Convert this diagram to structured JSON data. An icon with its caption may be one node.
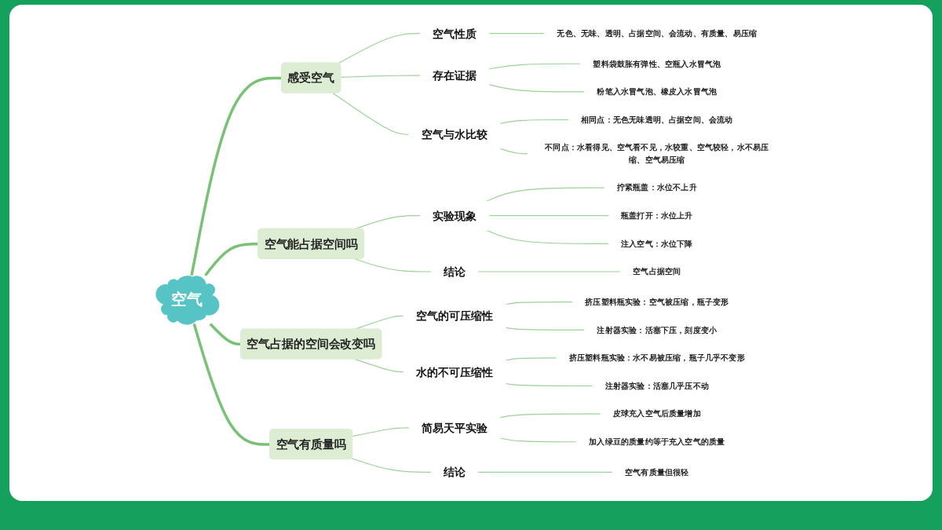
{
  "diagram": {
    "nodes": [
      {
        "text": [
          "空气"
        ]
      },
      {
        "text": [
          "感受空气"
        ]
      },
      {
        "text": [
          "空气性质"
        ]
      },
      {
        "text": [
          "无色、无味、透明、占据空间、会流动、有质量、易压缩"
        ]
      },
      {
        "text": [
          "存在证据"
        ]
      },
      {
        "text": [
          "塑料袋鼓胀有弹性、空瓶入水冒气泡"
        ]
      },
      {
        "text": [
          "粉笔入水冒气泡、橡皮入水冒气泡"
        ]
      },
      {
        "text": [
          "空气与水比较"
        ]
      },
      {
        "text": [
          "相同点：无色无味透明、占据空间、会流动"
        ]
      },
      {
        "text": [
          "不同点：水看得见、空气看不见，水较重、空气较轻，水不易压缩、空气易压缩"
        ]
      },
      {
        "text": [
          "空气能占据空间吗"
        ]
      },
      {
        "text": [
          "实验现象"
        ]
      },
      {
        "text": [
          "拧紧瓶盖：水位不上升"
        ]
      },
      {
        "text": [
          "瓶盖打开：水位上升"
        ]
      },
      {
        "text": [
          "注入空气：水位下降"
        ]
      },
      {
        "text": [
          "结论"
        ]
      },
      {
        "text": [
          "空气占据空间"
        ]
      },
      {
        "text": [
          "空气占据的空间会改变吗"
        ]
      },
      {
        "text": [
          "空气的可压缩性"
        ]
      },
      {
        "text": [
          "挤压塑料瓶实验：空气被压缩，瓶子变形"
        ]
      },
      {
        "text": [
          "注射器实验：活塞下压，刻度变小"
        ]
      },
      {
        "text": [
          "水的不可压缩性"
        ]
      },
      {
        "text": [
          "挤压塑料瓶实验：水不易被压缩，瓶子几乎不变形"
        ]
      },
      {
        "text": [
          "注射器实验：活塞几乎压不动"
        ]
      },
      {
        "text": [
          "空气有质量吗"
        ]
      },
      {
        "text": [
          "简易天平实验"
        ]
      },
      {
        "text": [
          "皮球充入空气后质量增加"
        ]
      },
      {
        "text": [
          "加入绿豆的质量约等于充入空气的质量"
        ]
      },
      {
        "text": [
          "结论"
        ]
      },
      {
        "text": [
          "空气有质量但很轻"
        ]
      }
    ],
    "edges": [
      {
        "from": 0,
        "to": 1,
        "arrow": "none",
        "style": "thick"
      },
      {
        "from": 1,
        "to": 2,
        "arrow": "none"
      },
      {
        "from": 2,
        "to": 3,
        "arrow": "none"
      },
      {
        "from": 1,
        "to": 4,
        "arrow": "none"
      },
      {
        "from": 4,
        "to": 5,
        "arrow": "none"
      },
      {
        "from": 4,
        "to": 6,
        "arrow": "none"
      },
      {
        "from": 1,
        "to": 7,
        "arrow": "none"
      },
      {
        "from": 7,
        "to": 8,
        "arrow": "none"
      },
      {
        "from": 7,
        "to": 9,
        "arrow": "none"
      },
      {
        "from": 0,
        "to": 10,
        "arrow": "none",
        "style": "thick"
      },
      {
        "from": 10,
        "to": 11,
        "arrow": "none"
      },
      {
        "from": 11,
        "to": 12,
        "arrow": "none"
      },
      {
        "from": 11,
        "to": 13,
        "arrow": "none"
      },
      {
        "from": 11,
        "to": 14,
        "arrow": "none"
      },
      {
        "from": 10,
        "to": 15,
        "arrow": "none"
      },
      {
        "from": 15,
        "to": 16,
        "arrow": "none"
      },
      {
        "from": 0,
        "to": 17,
        "arrow": "none",
        "style": "thick"
      },
      {
        "from": 17,
        "to": 18,
        "arrow": "none"
      },
      {
        "from": 18,
        "to": 19,
        "arrow": "none"
      },
      {
        "from": 18,
        "to": 20,
        "arrow": "none"
      },
      {
        "from": 17,
        "to": 21,
        "arrow": "none"
      },
      {
        "from": 21,
        "to": 22,
        "arrow": "none"
      },
      {
        "from": 21,
        "to": 23,
        "arrow": "none"
      },
      {
        "from": 0,
        "to": 24,
        "arrow": "none",
        "style": "thick"
      },
      {
        "from": 24,
        "to": 25,
        "arrow": "none"
      },
      {
        "from": 25,
        "to": 26,
        "arrow": "none"
      },
      {
        "from": 25,
        "to": 27,
        "arrow": "none"
      },
      {
        "from": 24,
        "to": 28,
        "arrow": "none"
      },
      {
        "from": 28,
        "to": 29,
        "arrow": "none"
      }
    ]
  }
}
